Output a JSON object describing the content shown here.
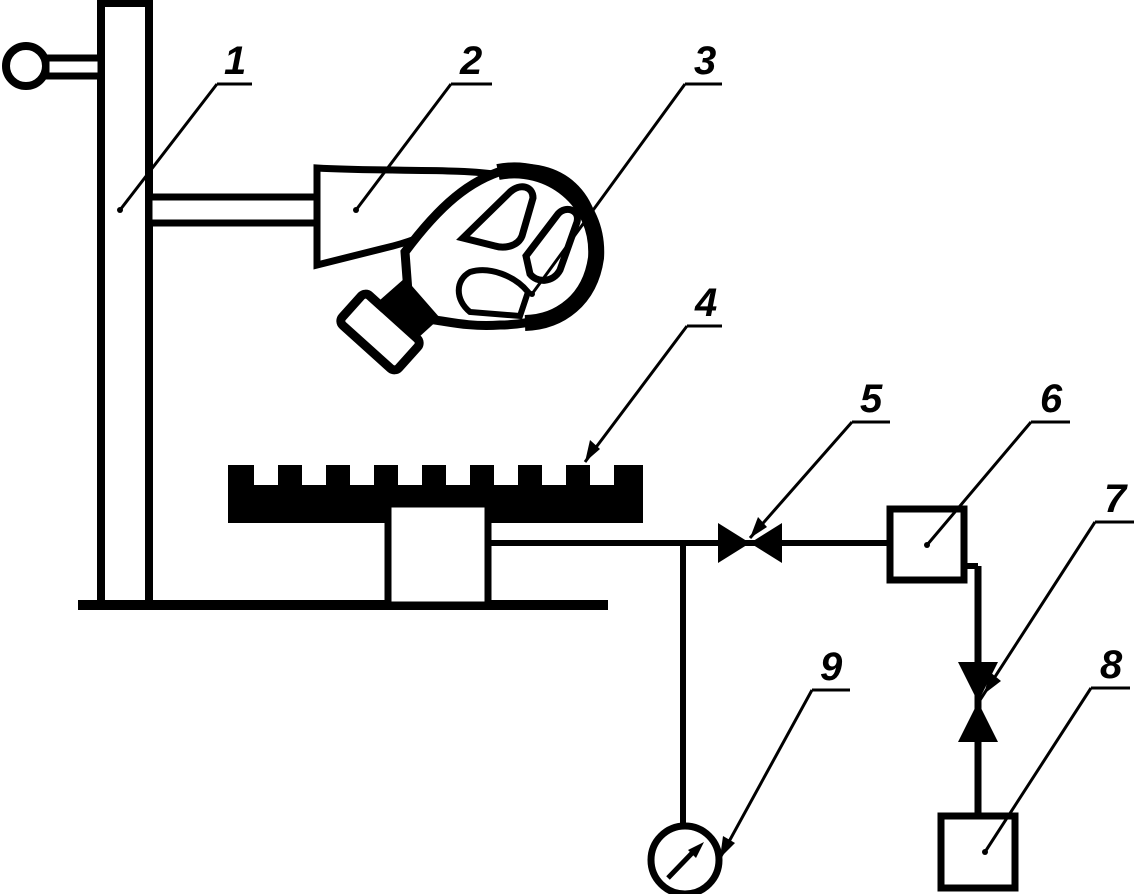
{
  "diagram": {
    "labels": [
      "1",
      "2",
      "3",
      "4",
      "5",
      "6",
      "7",
      "8",
      "9"
    ]
  },
  "colors": {
    "ink": "#000000",
    "paper": "#ffffff"
  }
}
